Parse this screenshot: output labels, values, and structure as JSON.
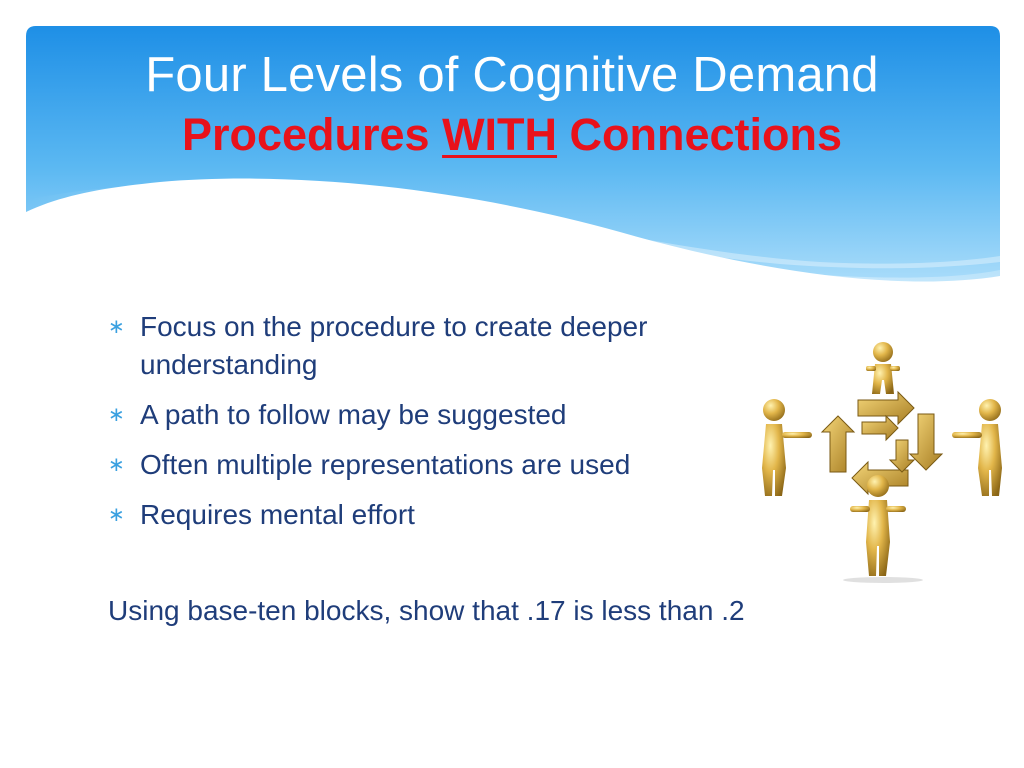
{
  "title": {
    "line1": "Four Levels of Cognitive Demand",
    "line2_part1": "Procedures ",
    "line2_part2": "WITH",
    "line2_part3": " Connections"
  },
  "bullets": [
    "Focus on the procedure to create deeper understanding",
    "A path to follow may be suggested",
    "Often multiple representations are used",
    "Requires mental effort"
  ],
  "bullet_symbol": "∗",
  "note": "Using base-ten blocks, show that .17 is less than .2",
  "colors": {
    "header_top": "#1e90e8",
    "header_bottom": "#8fd0f7",
    "title_white": "#ffffff",
    "title_red": "#e8121b",
    "body_text": "#1f3d7a",
    "bullet_accent": "#3aa0e0",
    "gold": "#d4a73a"
  },
  "illustration": "four-gold-figures-holding-arrows-icon"
}
